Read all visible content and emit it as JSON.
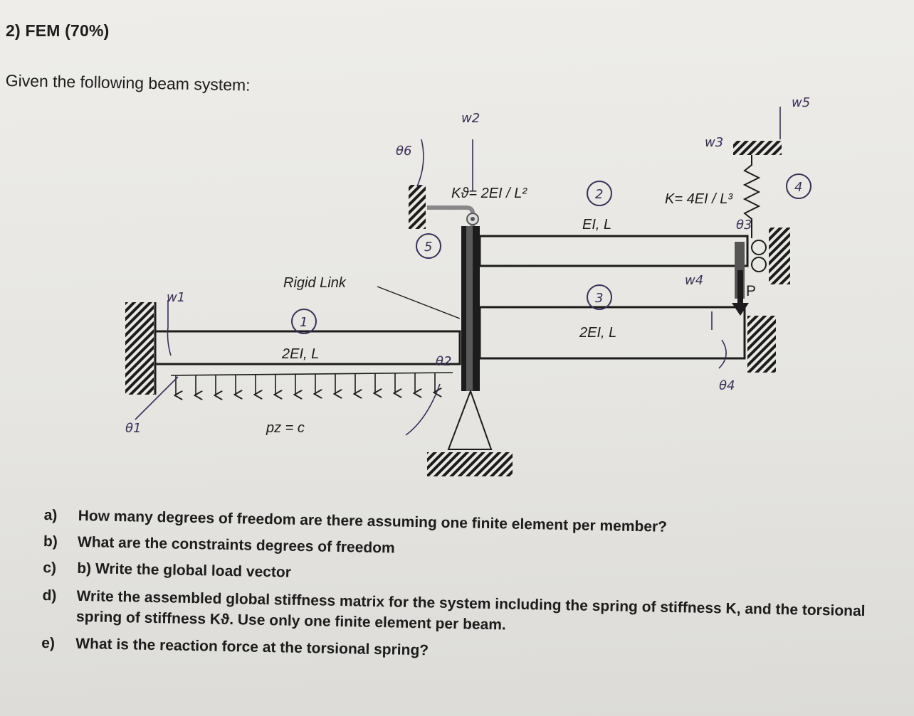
{
  "heading": "2)   FEM (70%)",
  "intro": "Given the following beam system:",
  "figure": {
    "rigid_link_label": "Rigid Link",
    "k_theta_label": "Kϑ= 2EI / L²",
    "k_spring_label": "K= 4EI / L³",
    "element1_props": "2EI, L",
    "element2_props": "EI, L",
    "element3_props": "2EI, L",
    "load_label": "pz = c",
    "point_load_label": "P",
    "circled_numbers": [
      "1",
      "2",
      "3",
      "4",
      "5"
    ],
    "handwritten": {
      "w1": "w1",
      "w2": "w2",
      "w3": "w3",
      "w4": "w4",
      "w5": "w5",
      "theta1": "θ1",
      "theta2": "θ2",
      "theta3": "θ3",
      "theta4": "θ4",
      "theta6": "θ6"
    }
  },
  "questions": [
    {
      "letter": "a)",
      "text": "How many degrees of freedom are there assuming one finite element per member?"
    },
    {
      "letter": "b)",
      "text": "What are the constraints degrees of freedom"
    },
    {
      "letter": "c)",
      "text": "b) Write the global load vector"
    },
    {
      "letter": "d)",
      "text": "Write the assembled global stiffness matrix for the system including the spring of stiffness K, and the torsional spring of stiffness Kϑ. Use only one finite element per beam."
    },
    {
      "letter": "e)",
      "text": "What is the reaction force at the torsional spring?"
    }
  ]
}
